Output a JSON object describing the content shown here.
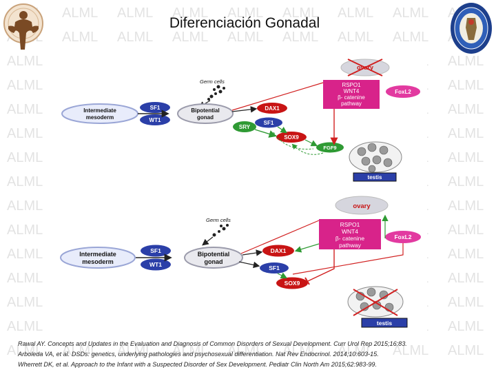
{
  "watermark": "ALML",
  "title": "Diferenciación Gonadal",
  "logos": {
    "left": "logo-left",
    "right": "logo-right"
  },
  "diagram_top": {
    "germ_cells": "Germ cells",
    "intermediate": [
      "Intermediate",
      "mesoderm"
    ],
    "sf1": "SF1",
    "wt1": "WT1",
    "bipotential": [
      "Bipotential",
      "gonad"
    ],
    "dax1": "DAX1",
    "sry": "SRY",
    "sf1_b": "SF1",
    "sox9": "SOX9",
    "fgf9": "FGF9",
    "ovary": "ovary",
    "rspo": [
      "RSPO1",
      "WNT4",
      "β- catenine",
      "pathway"
    ],
    "foxl2": "FoxL2",
    "testis": "testis"
  },
  "diagram_bottom": {
    "germ_cells": "Germ cells",
    "intermediate": [
      "Intermediate",
      "mesoderm"
    ],
    "sf1": "SF1",
    "wt1": "WT1",
    "bipotential": [
      "Bipotential",
      "gonad"
    ],
    "dax1": "DAX1",
    "sf1_b": "SF1",
    "sox9": "SOX9",
    "ovary": "ovary",
    "rspo": [
      "RSPO1",
      "WNT4",
      "β- catenine",
      "pathway"
    ],
    "foxl2": "FoxL2",
    "testis": "testis"
  },
  "references": [
    "Rawal AY. Concepts and Updates in the Evaluation and Diagnosis of Common Disorders of Sexual Development. Curr Urol Rep 2015;16:83.",
    "Arboleda VA, et al. DSDs: genetics, underlying pathologies and psychosexual differentiation. Nat Rev Endocrinol. 2014;10:603-15.",
    "Wherrett DK, et al. Approach to the Infant with a Suspected Disorder of Sex Development. Pediatr Clin North Am 2015;62:983-99."
  ],
  "colors": {
    "blue_node": "#2b3fa8",
    "red_node": "#c81414",
    "green_node": "#2f9a34",
    "pink_box": "#d8238a",
    "ovary_fill": "#d6d6de",
    "mesoderm_border": "#9aa6d6"
  }
}
